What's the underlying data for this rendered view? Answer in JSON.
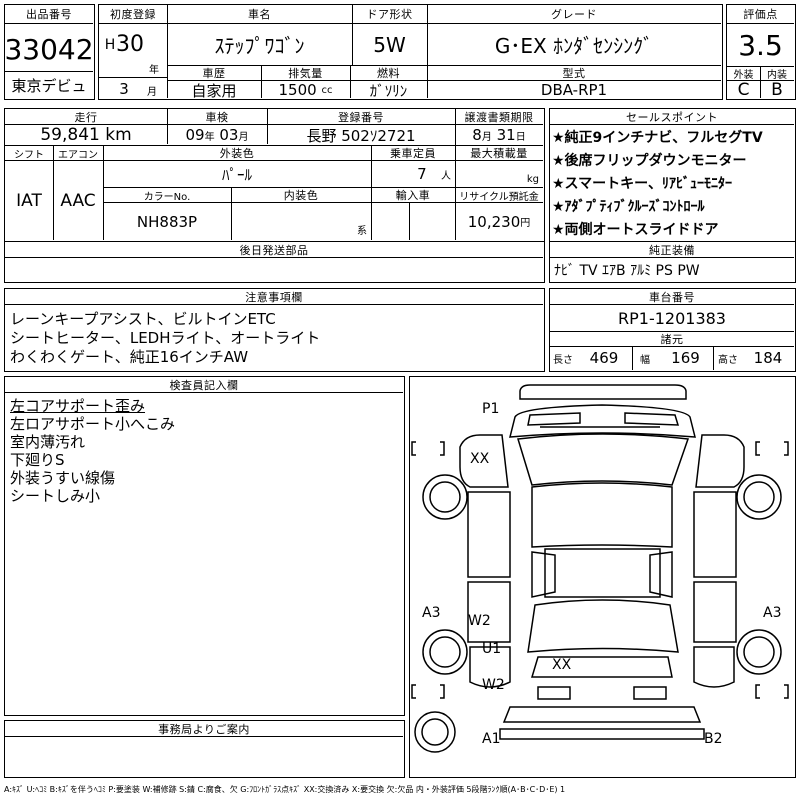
{
  "lot": {
    "label": "出品番号",
    "number": "33042",
    "debut": "東京デビュ"
  },
  "first_reg": {
    "label": "初度登録",
    "era": "H",
    "year": "30",
    "year_unit": "年",
    "month": "3",
    "month_unit": "月"
  },
  "car_name": {
    "label": "車名",
    "value": "ｽﾃｯﾌﾟﾜｺﾞﾝ"
  },
  "door": {
    "label": "ドア形状",
    "value": "5W"
  },
  "grade": {
    "label": "グレード",
    "value": "G･EX ﾎﾝﾀﾞｾﾝｼﾝｸﾞ"
  },
  "rating": {
    "label": "評価点",
    "value": "3.5",
    "ext_label": "外装",
    "int_label": "内装",
    "ext": "C",
    "int": "B"
  },
  "history": {
    "label": "車歴",
    "value": "自家用"
  },
  "displacement": {
    "label": "排気量",
    "value": "1500",
    "unit": "cc"
  },
  "fuel": {
    "label": "燃料",
    "value": "ｶﾞｿﾘﾝ"
  },
  "model": {
    "label": "型式",
    "value": "DBA-RP1"
  },
  "mileage": {
    "label": "走行",
    "value": "59,841",
    "unit": "km"
  },
  "inspection": {
    "label": "車検",
    "year": "09",
    "year_unit": "年",
    "month": "03",
    "month_unit": "月"
  },
  "plate": {
    "label": "登録番号",
    "value": "長野 502ｿ2721"
  },
  "transfer": {
    "label": "譲渡書類期限",
    "month": "8",
    "month_unit": "月",
    "day": "31",
    "day_unit": "日"
  },
  "shift": {
    "label": "シフト",
    "value": "IAT"
  },
  "aircon": {
    "label": "エアコン",
    "value": "AAC"
  },
  "exterior_color": {
    "label": "外装色",
    "value": "ﾊﾟｰﾙ"
  },
  "color_no": {
    "label": "カラーNo.",
    "value": "NH883P"
  },
  "interior_color": {
    "label": "内装色",
    "value": "",
    "suffix": "系"
  },
  "capacity": {
    "label": "乗車定員",
    "value": "7",
    "unit": "人"
  },
  "max_load": {
    "label": "最大積載量",
    "unit": "kg"
  },
  "import": {
    "label": "輸入車"
  },
  "recycle": {
    "label": "リサイクル預託金",
    "value": "10,230",
    "unit": "円"
  },
  "sales_points": {
    "label": "セールスポイント",
    "items": [
      "★純正9インチナビ、フルセグTV",
      "★後席フリップダウンモニター",
      "★スマートキー、ﾘｱﾋﾞｭｰﾓﾆﾀｰ",
      "★ｱﾀﾞﾌﾟﾃｨﾌﾞｸﾙｰｽﾞｺﾝﾄﾛｰﾙ",
      "★両側オートスライドドア"
    ]
  },
  "later_parts": {
    "label": "後日発送部品"
  },
  "equipment": {
    "label": "純正装備",
    "value": "ﾅﾋﾞ TV ｴｱB ｱﾙﾐ PS PW"
  },
  "notes": {
    "label": "注意事項欄",
    "lines": [
      "レーンキープアシスト、ビルトインETC",
      "シートヒーター、LEDHライト、オートライト",
      "わくわくゲート、純正16インチAW"
    ]
  },
  "chassis": {
    "label": "車台番号",
    "value": "RP1-1201383"
  },
  "dimensions": {
    "label": "諸元",
    "length_label": "長さ",
    "length": "469",
    "width_label": "幅",
    "width": "169",
    "height_label": "高さ",
    "height": "184"
  },
  "inspector": {
    "label": "検査員記入欄",
    "lines": [
      "左コアサポート歪み",
      "左ロアサポート小へこみ",
      "室内薄汚れ",
      "下廻りS",
      "外装うすい線傷",
      "シートしみ小"
    ]
  },
  "office": {
    "label": "事務局よりご案内"
  },
  "diagram": {
    "marks": [
      "P1",
      "XX",
      "A3",
      "W2",
      "U1",
      "W2",
      "XX",
      "A3",
      "A1",
      "B2"
    ]
  },
  "legend": "A:ｷｽﾞ U:ﾍｺﾐ B:ｷｽﾞを伴うﾍｺﾐ P:要塗装 W:補修跡 S:錆 C:腐食、欠 G:ﾌﾛﾝﾄｶﾞﾗｽ点ｷｽﾞ XX:交換済み X:要交換 欠:欠品 内・外装評価 5段階ﾗﾝｸ順(A･B･C･D･E) 1"
}
